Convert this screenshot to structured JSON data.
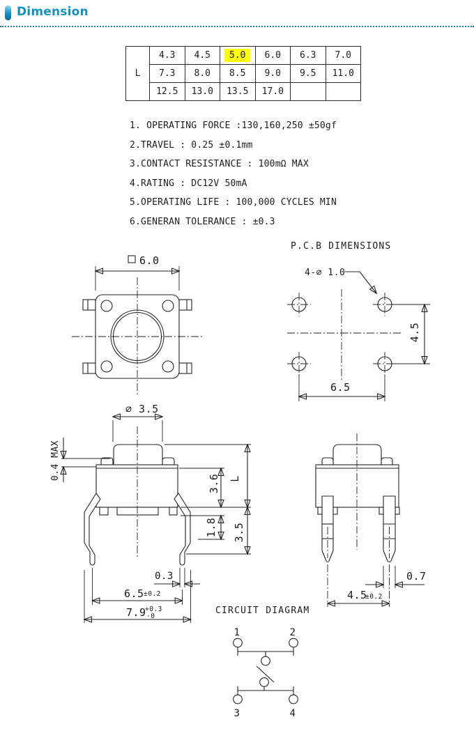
{
  "page": {
    "title": "Dimension",
    "accent_color": "#1590c2",
    "divider_color": "#1d7ca6"
  },
  "spec_table": {
    "row_label": "L",
    "rows": [
      [
        "4.3",
        "4.5",
        "5.0",
        "6.0",
        "6.3",
        "7.0"
      ],
      [
        "7.3",
        "8.0",
        "8.5",
        "9.0",
        "9.5",
        "11.0"
      ],
      [
        "12.5",
        "13.0",
        "13.5",
        "17.0",
        "",
        ""
      ]
    ],
    "highlight": {
      "value": "5.0",
      "row": 0,
      "col": 2,
      "color": "#ffff00"
    }
  },
  "notes": [
    "1. OPERATING FORCE :130,160,250 ±50gf",
    "2.TRAVEL : 0.25 ±0.1mm",
    "3.CONTACT RESISTANCE : 100mΩ MAX",
    "4.RATING : DC12V 50mA",
    "5.OPERATING LIFE : 100,000 CYCLES MIN",
    "6.GENERAN TOLERANCE : ±0.3"
  ],
  "top_view": {
    "dim_width": "6.0"
  },
  "pcb_view": {
    "title": "P.C.B DIMENSIONS",
    "hole_callout": "4-∅ 1.0",
    "dim_hole_pitch_v": "4.5",
    "dim_hole_pitch_h": "6.5"
  },
  "front_view": {
    "dim_stem_dia": "∅ 3.5",
    "dim_stem_height": "0.4 MAX",
    "dim_body_height": "3.6",
    "dim_total_height": "L",
    "dim_bend_height": "1.8",
    "dim_leg_height": "3.5",
    "dim_lead_thickness": "0.3",
    "dim_lead_span": "6.5",
    "dim_lead_span_tol": "±0.2",
    "dim_outer_span": "7.9",
    "dim_outer_span_tol_upper": "+0.3",
    "dim_outer_span_tol_lower": "-0"
  },
  "side_view": {
    "dim_lead_width": "0.7",
    "dim_lead_pitch": "4.5",
    "dim_lead_pitch_tol": "±0.2"
  },
  "circuit": {
    "title": "CIRCUIT DIAGRAM",
    "pin_labels": [
      "1",
      "2",
      "3",
      "4"
    ]
  }
}
